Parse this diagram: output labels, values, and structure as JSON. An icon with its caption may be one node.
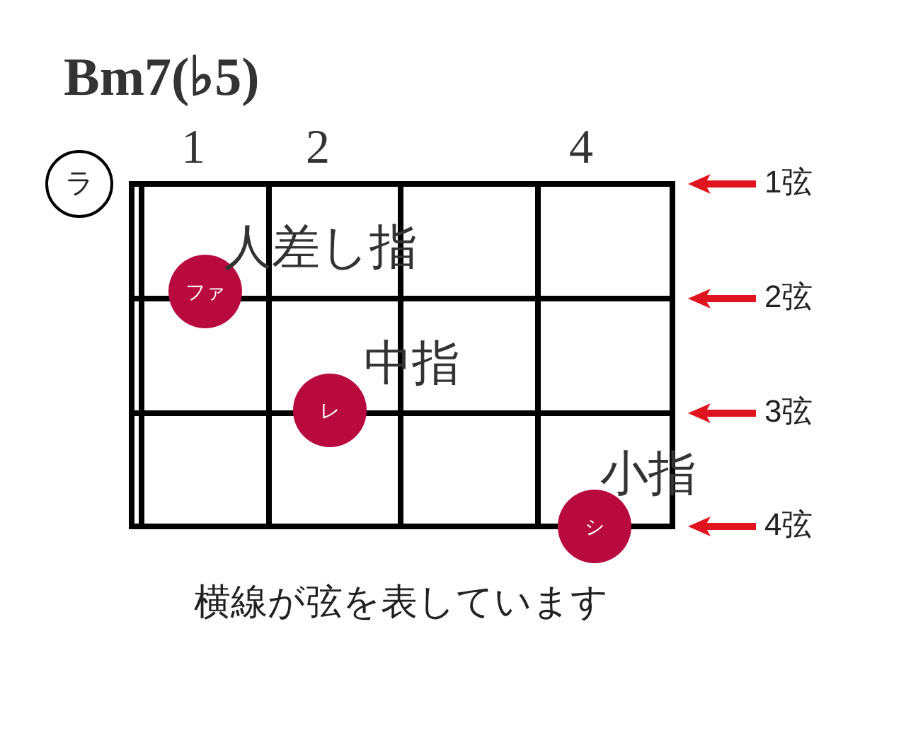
{
  "diagram": {
    "title": "Bm7(♭5)",
    "caption": "横線が弦を表しています",
    "nodes": [
      {
        "text": [
          "ラ"
        ]
      },
      {
        "text": [
          "ファ"
        ]
      },
      {
        "text": [
          "レ"
        ]
      },
      {
        "text": [
          "シ"
        ]
      },
      {
        "text": [
          "1弦"
        ]
      },
      {
        "text": [
          "2弦"
        ]
      },
      {
        "text": [
          "3弦"
        ]
      },
      {
        "text": [
          "4弦"
        ]
      }
    ],
    "edges": [
      {
        "from": 4,
        "to": null,
        "arrow": "to"
      },
      {
        "from": 5,
        "to": null,
        "arrow": "to"
      },
      {
        "from": 6,
        "to": null,
        "arrow": "to"
      },
      {
        "from": 7,
        "to": null,
        "arrow": "to"
      }
    ],
    "labels": [
      "1",
      "2",
      "4",
      "人差し指",
      "中指",
      "小指"
    ]
  }
}
